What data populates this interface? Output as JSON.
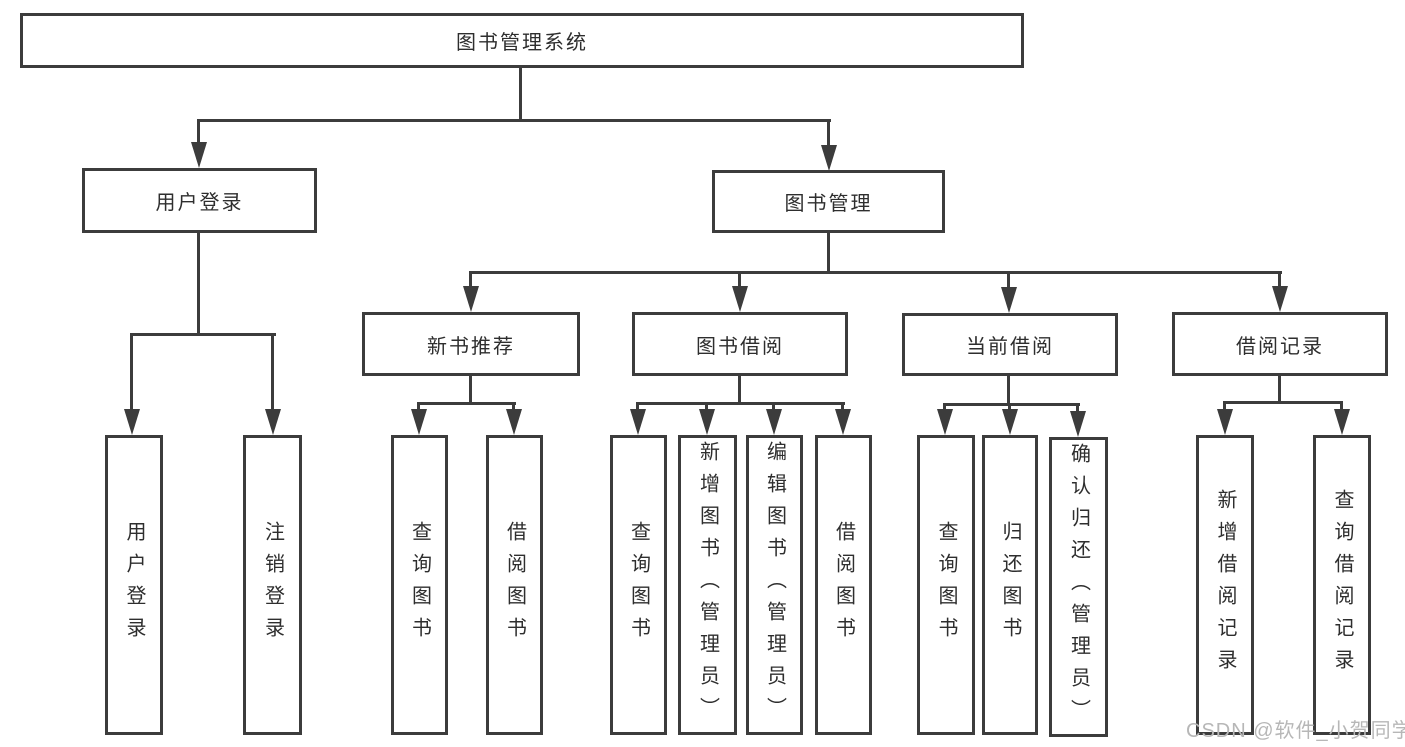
{
  "diagram": {
    "root": {
      "label": "图书管理系统"
    },
    "level2": [
      {
        "label": "用户登录"
      },
      {
        "label": "图书管理"
      }
    ],
    "level3": [
      {
        "label": "新书推荐"
      },
      {
        "label": "图书借阅"
      },
      {
        "label": "当前借阅"
      },
      {
        "label": "借阅记录"
      }
    ],
    "leaves": {
      "user": [
        "用户登录",
        "注销登录"
      ],
      "newbook": [
        "查询图书",
        "借阅图书"
      ],
      "borrow": [
        "查询图书",
        "新增图书（管理员）",
        "编辑图书（管理员）",
        "借阅图书"
      ],
      "current": [
        "查询图书",
        "归还图书",
        "确认归还（管理员）"
      ],
      "records": [
        "新增借阅记录",
        "查询借阅记录"
      ]
    }
  },
  "watermark": {
    "text": "CSDN @软件_小贺同学"
  },
  "colors": {
    "line": "#3c3c3c",
    "text": "#2e2e2e",
    "watermark": "#b7b7b7",
    "background": "#ffffff"
  }
}
